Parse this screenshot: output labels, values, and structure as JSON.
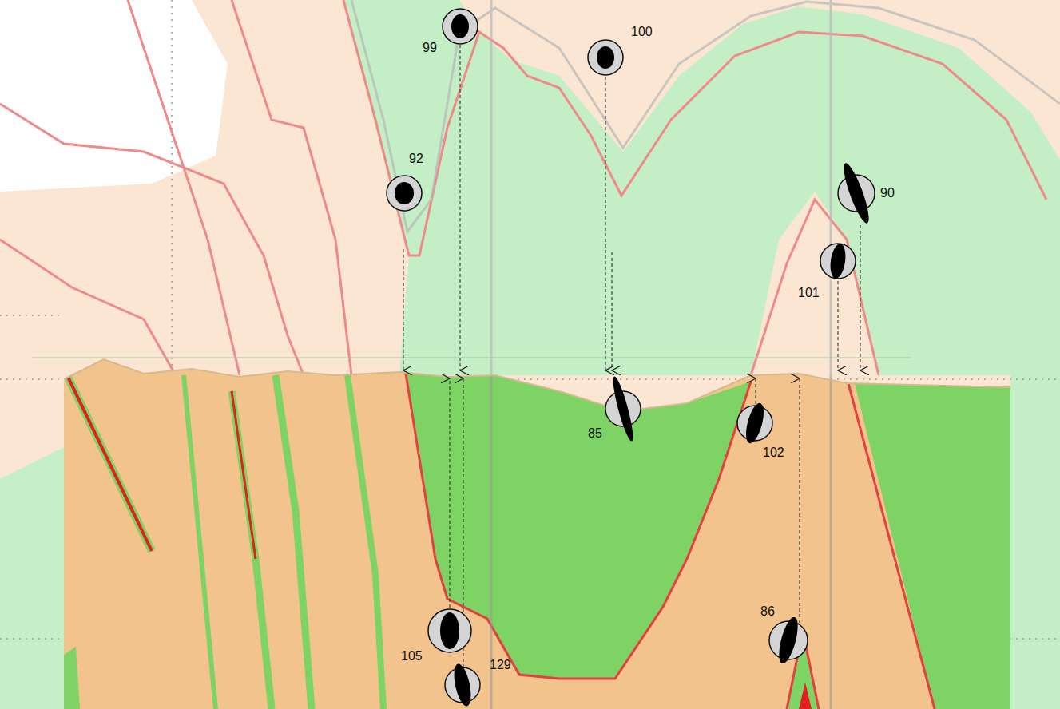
{
  "diagram": {
    "labels": [
      "99",
      "100",
      "92",
      "90",
      "101",
      "85",
      "102",
      "86",
      "105",
      "129"
    ]
  }
}
